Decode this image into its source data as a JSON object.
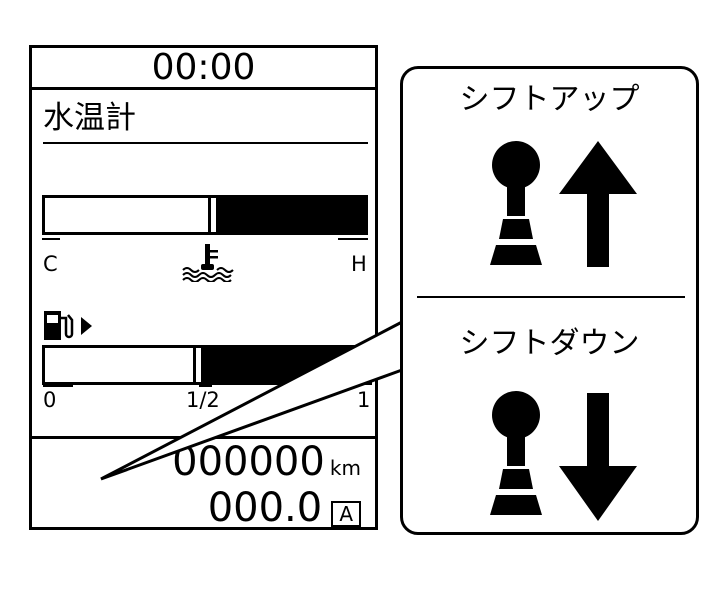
{
  "clock": {
    "time": "00:00"
  },
  "gauge_title": "水温計",
  "temp_gauge": {
    "low_label": "C",
    "high_label": "H",
    "level": 0.51,
    "icon": "coolant-temperature-icon"
  },
  "fuel_gauge": {
    "icon": "fuel-pump-icon",
    "empty_label": "0",
    "half_label": "1/2",
    "full_label": "1",
    "level": 0.48
  },
  "odometer": {
    "value": "000000",
    "unit": "km"
  },
  "tripmeter": {
    "value": "000.0",
    "mode": "A"
  },
  "legend": {
    "shift_up": {
      "label": "シフトアップ",
      "icon": "shift-up-icon"
    },
    "shift_down": {
      "label": "シフトダウン",
      "icon": "shift-down-icon"
    }
  },
  "colors": {
    "ink": "#000000",
    "paper": "#ffffff"
  }
}
